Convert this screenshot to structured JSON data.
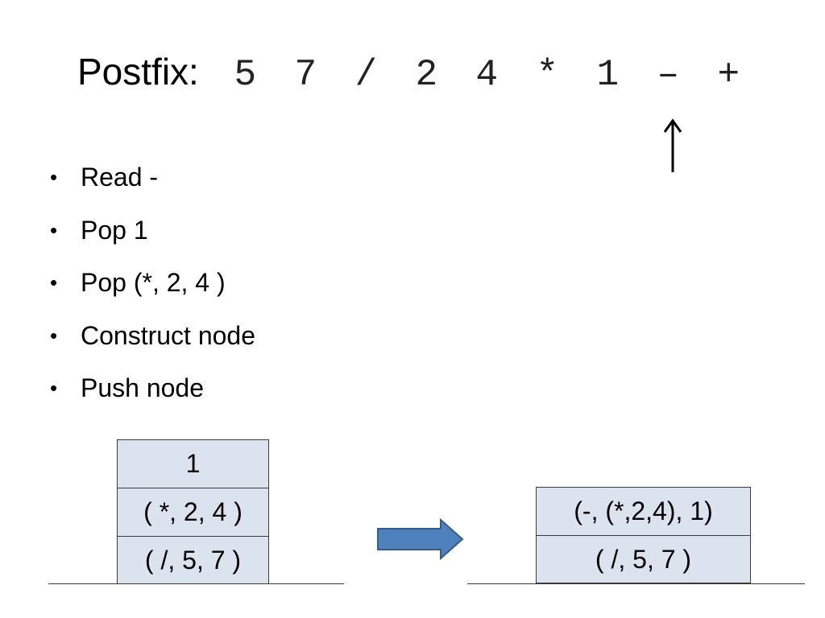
{
  "title": {
    "label": "Postfix:",
    "tokens": [
      "5",
      "7",
      "/",
      "2",
      "4",
      "*",
      "1",
      "–",
      "+"
    ]
  },
  "pointer": {
    "symbol": "up-arrow-icon",
    "points_to_token_index": 7
  },
  "steps": [
    "Read -",
    "Pop 1",
    "Pop (*, 2, 4 )",
    "Construct node",
    "Push node"
  ],
  "stack_before": [
    "1",
    "( *, 2, 4 )",
    "( /, 5, 7 )"
  ],
  "stack_after": [
    "(-, (*,2,4), 1)",
    "( /, 5, 7 )"
  ],
  "transition_arrow": {
    "icon": "right-arrow-icon"
  },
  "colors": {
    "cell_fill": "#dbe3ef",
    "cell_border": "#3a3a3a",
    "arrow_fill": "#4f81bd",
    "arrow_stroke": "#385d8a"
  }
}
